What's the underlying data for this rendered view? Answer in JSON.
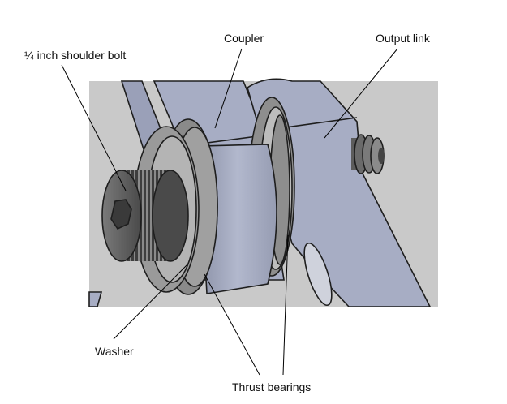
{
  "labels": {
    "shoulder_bolt": "¼ inch shoulder bolt",
    "coupler": "Coupler",
    "output_link": "Output link",
    "washer": "Washer",
    "thrust_bearings": "Thrust bearings"
  },
  "colors": {
    "background_panel": "#c9c9c9",
    "link_metal": "#a7adc4",
    "bolt_dark": "#5c5c5c",
    "washer_gray": "#9a9a9a"
  }
}
